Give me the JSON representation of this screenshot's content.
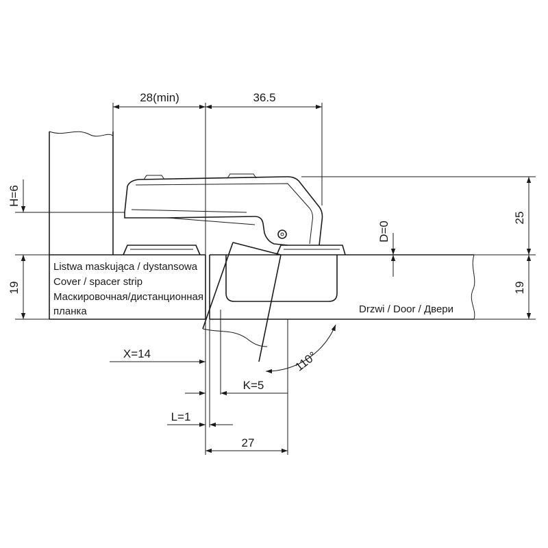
{
  "dimensions": {
    "min_gap": "28(min)",
    "cup_offset": "36.5",
    "h": "H=6",
    "d": "D=0",
    "height_25": "25",
    "thickness_left": "19",
    "thickness_right": "19",
    "x": "X=14",
    "k": "K=5",
    "l": "L=1",
    "depth_27": "27",
    "angle": "110°"
  },
  "labels": {
    "strip_pl": "Listwa maskująca / dystansowa",
    "strip_en": "Cover / spacer strip",
    "strip_ru_1": "Маскировочная/дистанционная",
    "strip_ru_2": "планка",
    "door": "Drzwi / Door / Двери"
  }
}
